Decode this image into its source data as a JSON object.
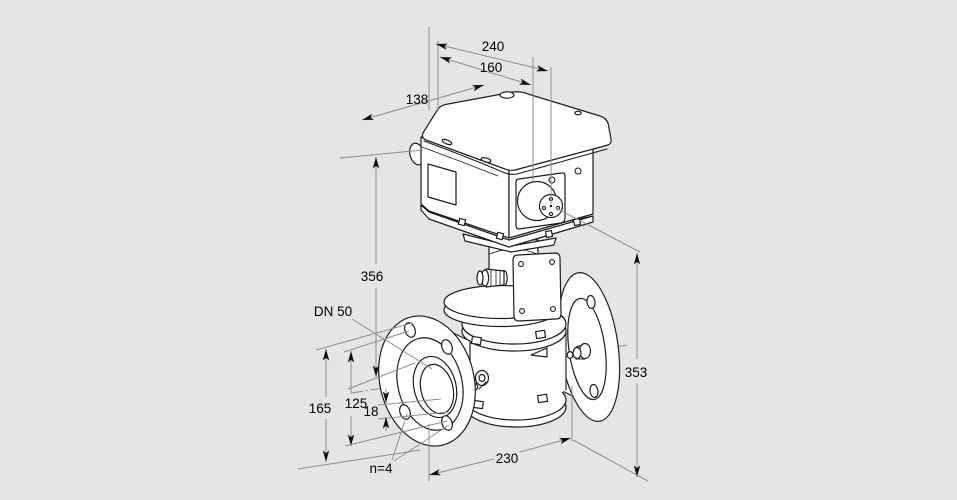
{
  "drawing": {
    "kind": "isometric technical drawing of a motorized gas control valve",
    "background_color": "#e5e5e5",
    "line_color": "#1d1d1d",
    "dim_line_color": "#8e8e8e",
    "text_color": "#000000"
  },
  "dimensions": {
    "actuator_width_total": "240",
    "actuator_width_to_axis": "160",
    "actuator_depth": "138",
    "height_top_section": "356",
    "nominal_diameter": "DN 50",
    "flange_outer_diameter": "165",
    "bolt_circle_diameter": "125",
    "bolt_hole_diameter": "18",
    "bolt_hole_count": "n=4",
    "flange_to_flange_length": "230",
    "height_right_section": "353"
  }
}
